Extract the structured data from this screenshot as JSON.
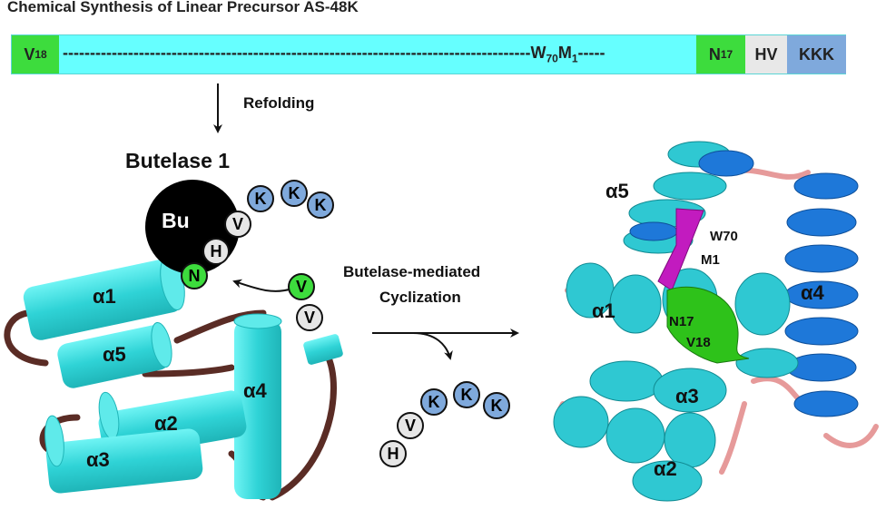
{
  "title": "Chemical Synthesis of Linear Precursor AS-48K",
  "precursor_bar": {
    "v18_base": "V",
    "v18_sub": "18",
    "dashes": "--------------------------------------------------------------------------------------",
    "w70_base": "W",
    "w70_sub": "70",
    "m1_base": "M",
    "m1_sub": "1",
    "dashes2": "-----",
    "n17_base": "N",
    "n17_sub": "17",
    "hv": "HV",
    "kkk": "KKK",
    "colors": {
      "bar": "#66ffff",
      "green": "#3ddc3d",
      "grey": "#e8e8e8",
      "blue": "#7fa9dc"
    }
  },
  "refolding_label": "Refolding",
  "enzyme": {
    "name": "Butelase 1",
    "abbrev": "Bu",
    "residues": [
      "N",
      "H",
      "V",
      "K",
      "K",
      "K"
    ]
  },
  "helices_left": [
    "α1",
    "α5",
    "α4",
    "α2",
    "α3"
  ],
  "free_residues": [
    "V",
    "V"
  ],
  "reaction_label_line1": "Butelase-mediated",
  "reaction_label_line2": "Cyclization",
  "released_peptide": [
    "H",
    "V",
    "K",
    "K",
    "K"
  ],
  "structure_labels": {
    "a5": "α5",
    "w70": "W70",
    "m1": "M1",
    "a1": "α1",
    "a4": "α4",
    "n17": "N17",
    "v18": "V18",
    "a3": "α3",
    "a2": "α2"
  }
}
